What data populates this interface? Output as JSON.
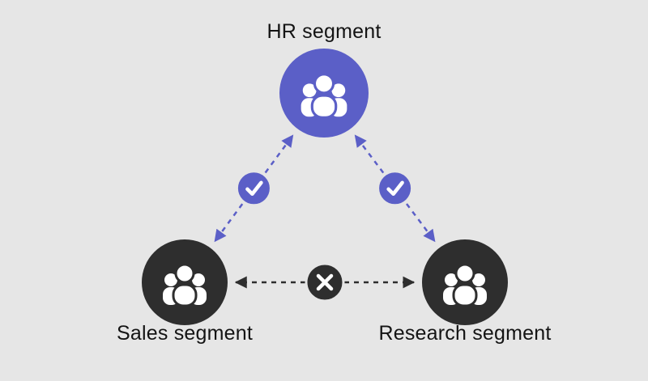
{
  "colors": {
    "background": "#e6e6e6",
    "accent": "#5b5fc7",
    "dark": "#2e2e2e",
    "text": "#141414",
    "icon": "#ffffff"
  },
  "nodes": [
    {
      "id": "hr",
      "label": "HR segment",
      "color_role": "accent",
      "icon": "people-icon"
    },
    {
      "id": "sales",
      "label": "Sales segment",
      "color_role": "dark",
      "icon": "people-icon"
    },
    {
      "id": "research",
      "label": "Research segment",
      "color_role": "dark",
      "icon": "people-icon"
    }
  ],
  "connections": [
    {
      "from": "HR segment",
      "to": "Sales segment",
      "allowed": true,
      "badge": "checkmark-icon",
      "style": "dashed-double-arrow"
    },
    {
      "from": "HR segment",
      "to": "Research segment",
      "allowed": true,
      "badge": "checkmark-icon",
      "style": "dashed-double-arrow"
    },
    {
      "from": "Sales segment",
      "to": "Research segment",
      "allowed": false,
      "badge": "x-icon",
      "style": "dashed-double-arrow"
    }
  ]
}
